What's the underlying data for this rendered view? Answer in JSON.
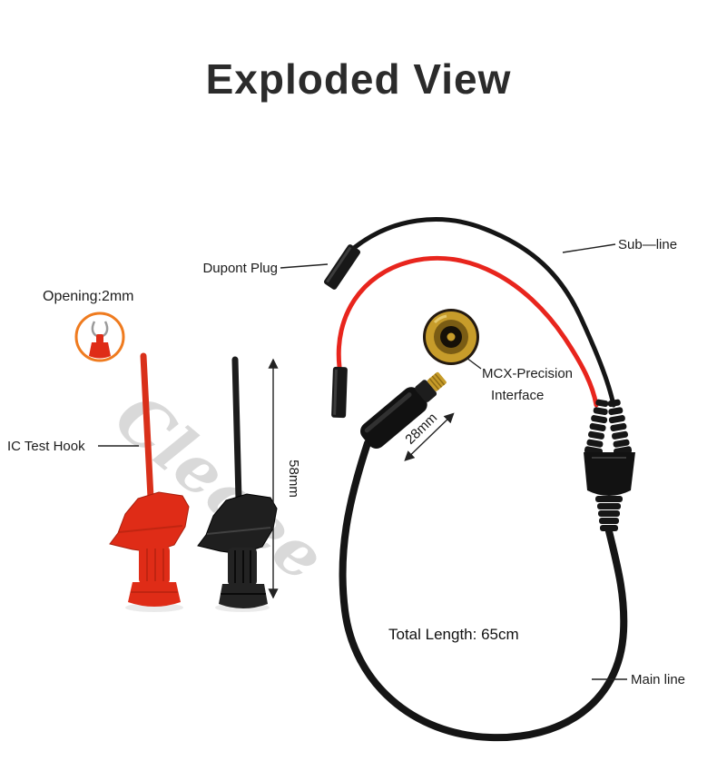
{
  "title": "Exploded View",
  "watermark": "Cleqee",
  "labels": {
    "sub_line": "Sub—line",
    "dupont_plug": "Dupont Plug",
    "opening": "Opening:2mm",
    "ic_test_hook": "IC Test Hook",
    "mcx_line1": "MCX-Precision",
    "mcx_line2": "Interface",
    "dim_28mm": "28mm",
    "dim_58mm": "58mm",
    "total_length": "Total Length: 65cm",
    "main_line": "Main line"
  },
  "colors": {
    "hook_red": "#df2c17",
    "hook_black": "#1f1f1f",
    "cable_red": "#e8251d",
    "cable_black": "#151515",
    "gold": "#c79c2a",
    "annotation": "#222222",
    "watermark": "#d9d9d9",
    "opening_ring": "#ef7b1f"
  }
}
